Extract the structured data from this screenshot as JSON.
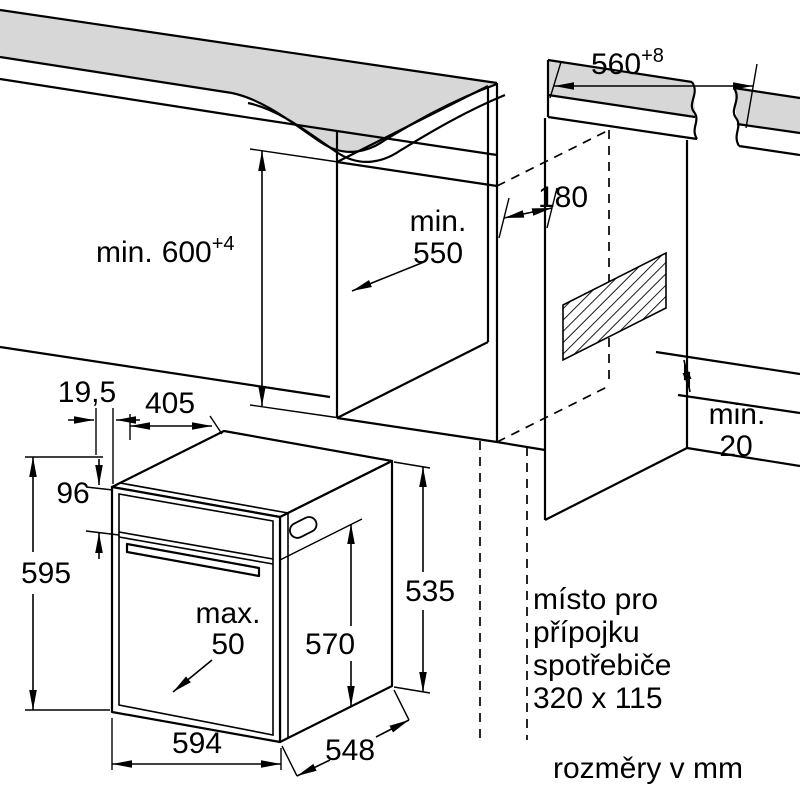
{
  "diagram": {
    "unit_note": "rozměry v mm",
    "connection_note": {
      "line1": "místo pro",
      "line2": "přípojku",
      "line3": "spotřebiče",
      "line4": "320 x 115"
    },
    "niche": {
      "width_value": "560",
      "width_tol": "+8",
      "height_prefix": "min.",
      "height_value": "600",
      "height_tol": "+4",
      "depth_line1": "min.",
      "depth_line2": "550",
      "outlet_offset": "180",
      "rear_gap_line1": "min.",
      "rear_gap_line2": "20"
    },
    "oven": {
      "frame_offset": "19,5",
      "top_depth": "405",
      "panel_height": "96",
      "height": "595",
      "handle_line1": "max.",
      "handle_line2": "50",
      "width": "594",
      "depth": "548",
      "door_height": "570",
      "body_height": "535"
    }
  }
}
